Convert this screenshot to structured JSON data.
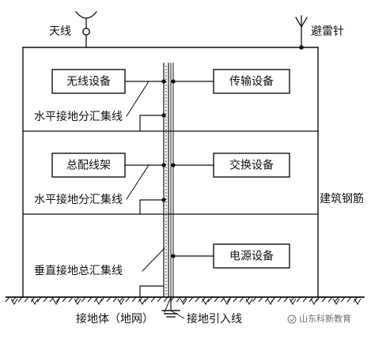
{
  "labels": {
    "antenna": "天线",
    "lightning_rod": "避雷针",
    "building_rebar": "建筑钢筋",
    "horizontal_bus_1": "水平接地分汇集线",
    "horizontal_bus_2": "水平接地分汇集线",
    "vertical_bus": "垂直接地总汇集线",
    "ground_body": "接地体（地网）",
    "ground_lead": "接地引入线"
  },
  "devices": {
    "wireless": "无线设备",
    "transmission": "传输设备",
    "distribution_frame": "总配线架",
    "switching": "交换设备",
    "power": "电源设备"
  },
  "watermark": "山东科新教育"
}
